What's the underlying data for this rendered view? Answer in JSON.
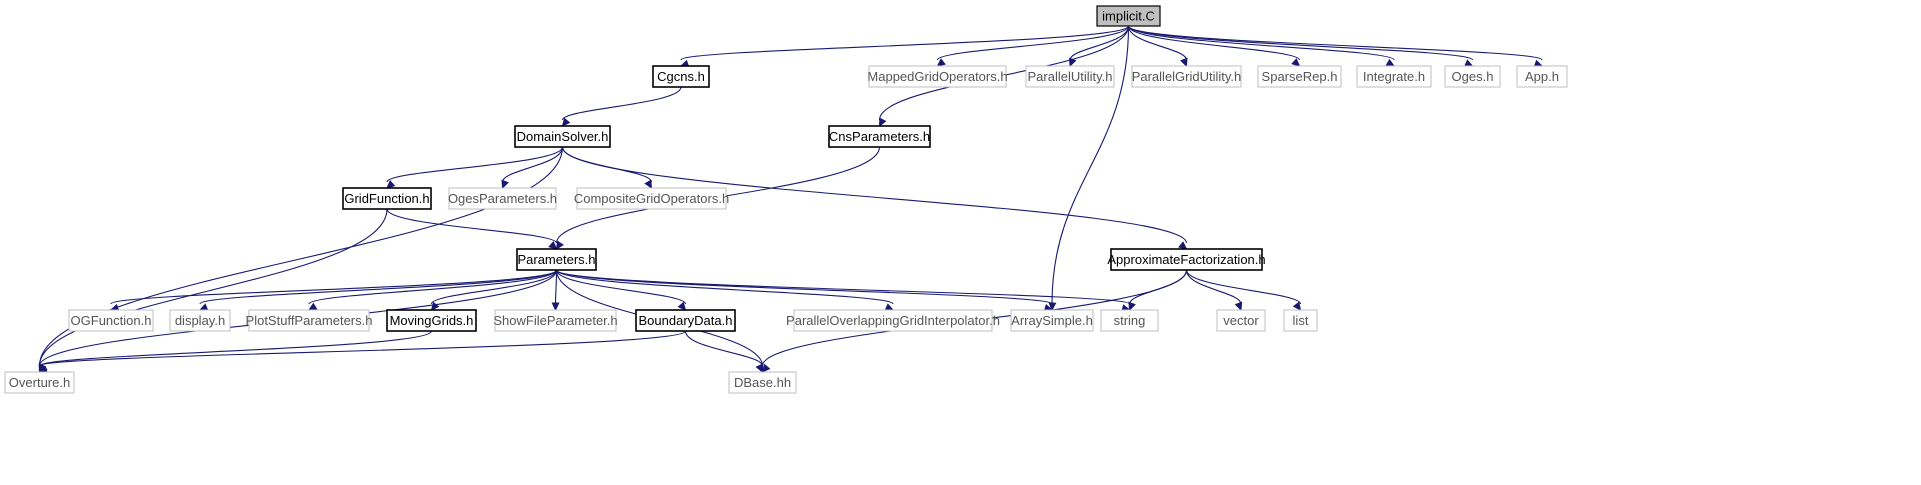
{
  "diagram": {
    "nodes": {
      "implicit_C": "implicit.C",
      "Cgcns_h": "Cgcns.h",
      "MappedGridOperators_h": "MappedGridOperators.h",
      "ParallelUtility_h": "ParallelUtility.h",
      "ParallelGridUtility_h": "ParallelGridUtility.h",
      "SparseRep_h": "SparseRep.h",
      "Integrate_h": "Integrate.h",
      "Oges_h": "Oges.h",
      "App_h": "App.h",
      "DomainSolver_h": "DomainSolver.h",
      "CnsParameters_h": "CnsParameters.h",
      "GridFunction_h": "GridFunction.h",
      "OgesParameters_h": "OgesParameters.h",
      "CompositeGridOperators_h": "CompositeGridOperators.h",
      "Parameters_h": "Parameters.h",
      "ApproximateFactorization_h": "ApproximateFactorization.h",
      "OGFunction_h": "OGFunction.h",
      "display_h": "display.h",
      "PlotStuffParameters_h": "PlotStuffParameters.h",
      "MovingGrids_h": "MovingGrids.h",
      "ShowFileParameter_h": "ShowFileParameter.h",
      "BoundaryData_h": "BoundaryData.h",
      "ParallelOverlappingGridInterpolator_h": "ParallelOverlappingGridInterpolator.h",
      "ArraySimple_h": "ArraySimple.h",
      "string": "string",
      "vector": "vector",
      "list": "list",
      "Overture_h": "Overture.h",
      "DBase_hh": "DBase.hh"
    },
    "node_kinds": {
      "implicit_C": "root",
      "Cgcns_h": "documented",
      "DomainSolver_h": "documented",
      "CnsParameters_h": "documented",
      "GridFunction_h": "documented",
      "Parameters_h": "documented",
      "ApproximateFactorization_h": "documented",
      "MovingGrids_h": "documented",
      "BoundaryData_h": "documented",
      "MappedGridOperators_h": "external",
      "ParallelUtility_h": "external",
      "ParallelGridUtility_h": "external",
      "SparseRep_h": "external",
      "Integrate_h": "external",
      "Oges_h": "external",
      "App_h": "external",
      "OgesParameters_h": "external",
      "CompositeGridOperators_h": "external",
      "OGFunction_h": "external",
      "display_h": "external",
      "PlotStuffParameters_h": "external",
      "ShowFileParameter_h": "external",
      "ParallelOverlappingGridInterpolator_h": "external",
      "ArraySimple_h": "external",
      "string": "external",
      "vector": "external",
      "list": "external",
      "Overture_h": "external",
      "DBase_hh": "external"
    },
    "edges": [
      [
        "implicit_C",
        "Cgcns_h"
      ],
      [
        "implicit_C",
        "MappedGridOperators_h"
      ],
      [
        "implicit_C",
        "ParallelUtility_h"
      ],
      [
        "implicit_C",
        "ParallelGridUtility_h"
      ],
      [
        "implicit_C",
        "SparseRep_h"
      ],
      [
        "implicit_C",
        "Integrate_h"
      ],
      [
        "implicit_C",
        "Oges_h"
      ],
      [
        "implicit_C",
        "App_h"
      ],
      [
        "implicit_C",
        "CnsParameters_h"
      ],
      [
        "implicit_C",
        "ArraySimple_h"
      ],
      [
        "Cgcns_h",
        "DomainSolver_h"
      ],
      [
        "DomainSolver_h",
        "GridFunction_h"
      ],
      [
        "DomainSolver_h",
        "OgesParameters_h"
      ],
      [
        "DomainSolver_h",
        "CompositeGridOperators_h"
      ],
      [
        "DomainSolver_h",
        "ApproximateFactorization_h"
      ],
      [
        "DomainSolver_h",
        "Overture_h"
      ],
      [
        "CnsParameters_h",
        "Parameters_h"
      ],
      [
        "GridFunction_h",
        "Parameters_h"
      ],
      [
        "GridFunction_h",
        "Overture_h"
      ],
      [
        "Parameters_h",
        "OGFunction_h"
      ],
      [
        "Parameters_h",
        "display_h"
      ],
      [
        "Parameters_h",
        "PlotStuffParameters_h"
      ],
      [
        "Parameters_h",
        "MovingGrids_h"
      ],
      [
        "Parameters_h",
        "ShowFileParameter_h"
      ],
      [
        "Parameters_h",
        "BoundaryData_h"
      ],
      [
        "Parameters_h",
        "ParallelOverlappingGridInterpolator_h"
      ],
      [
        "Parameters_h",
        "ArraySimple_h"
      ],
      [
        "Parameters_h",
        "string"
      ],
      [
        "Parameters_h",
        "DBase_hh"
      ],
      [
        "Parameters_h",
        "Overture_h"
      ],
      [
        "ApproximateFactorization_h",
        "string"
      ],
      [
        "ApproximateFactorization_h",
        "vector"
      ],
      [
        "ApproximateFactorization_h",
        "list"
      ],
      [
        "ApproximateFactorization_h",
        "DBase_hh"
      ],
      [
        "MovingGrids_h",
        "Overture_h"
      ],
      [
        "BoundaryData_h",
        "Overture_h"
      ],
      [
        "BoundaryData_h",
        "DBase_hh"
      ]
    ]
  }
}
